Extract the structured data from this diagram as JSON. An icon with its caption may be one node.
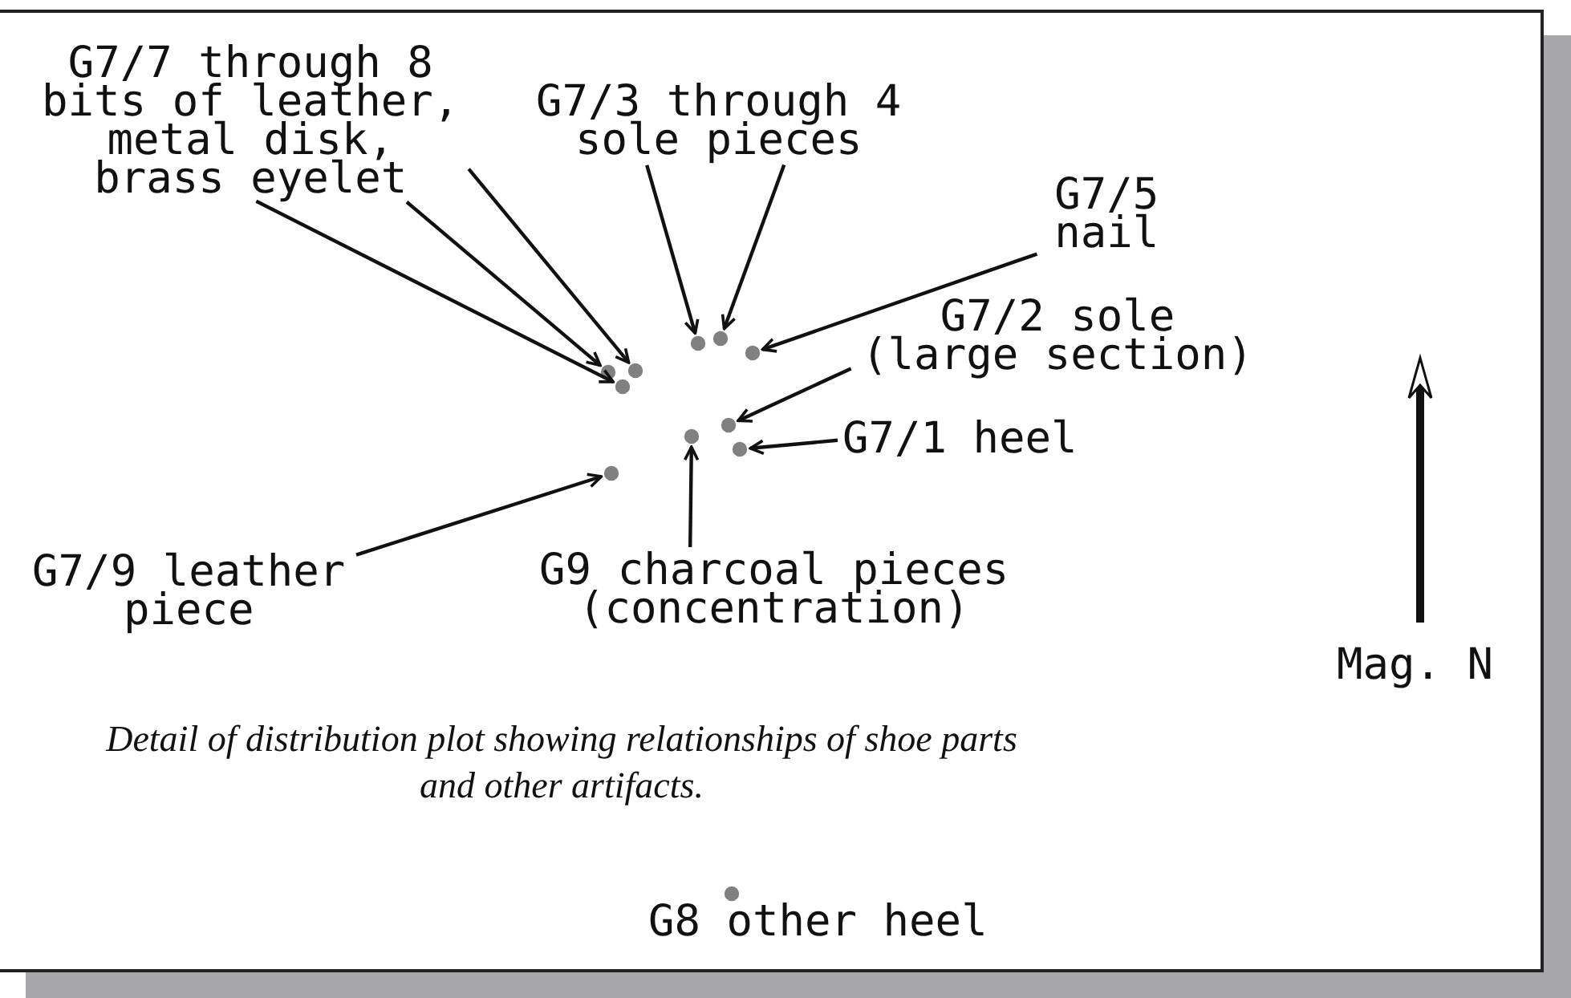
{
  "diagram": {
    "caption": "Detail of distribution plot showing relationships of shoe parts and other artifacts.",
    "nodes": [
      {
        "text": [
          "G7/7 through 8 bits of leather, metal disk, brass eyelet"
        ]
      },
      {
        "text": [
          "G7/3 through 4 sole pieces"
        ]
      },
      {
        "text": [
          "G7/5 nail"
        ]
      },
      {
        "text": [
          "G7/2 sole (large section)"
        ]
      },
      {
        "text": [
          "G7/1 heel"
        ]
      },
      {
        "text": [
          "G7/9 leather piece"
        ]
      },
      {
        "text": [
          "G9 charcoal pieces (concentration)"
        ]
      },
      {
        "text": [],
        "shape": "circle"
      },
      {
        "text": [],
        "shape": "circle"
      },
      {
        "text": [],
        "shape": "circle"
      },
      {
        "text": [],
        "shape": "circle"
      },
      {
        "text": [],
        "shape": "circle"
      },
      {
        "text": [],
        "shape": "circle"
      },
      {
        "text": [],
        "shape": "circle"
      },
      {
        "text": [],
        "shape": "circle"
      },
      {
        "text": [],
        "shape": "circle"
      },
      {
        "text": [],
        "shape": "circle"
      }
    ],
    "edges": [
      {
        "from": 0,
        "to": 12,
        "arrow": "to"
      },
      {
        "from": 0,
        "to": 11,
        "arrow": "to"
      },
      {
        "from": 0,
        "to": 10,
        "arrow": "to"
      },
      {
        "from": 1,
        "to": 8,
        "arrow": "to"
      },
      {
        "from": 1,
        "to": 7,
        "arrow": "to"
      },
      {
        "from": 2,
        "to": 9,
        "arrow": "to"
      },
      {
        "from": 3,
        "to": 13,
        "arrow": "to"
      },
      {
        "from": 4,
        "to": 15,
        "arrow": "to"
      },
      {
        "from": 6,
        "to": 14,
        "arrow": "to"
      },
      {
        "from": 5,
        "to": 16,
        "arrow": "to"
      }
    ],
    "labels": [
      "Mag. N",
      "G8 other heel"
    ]
  }
}
